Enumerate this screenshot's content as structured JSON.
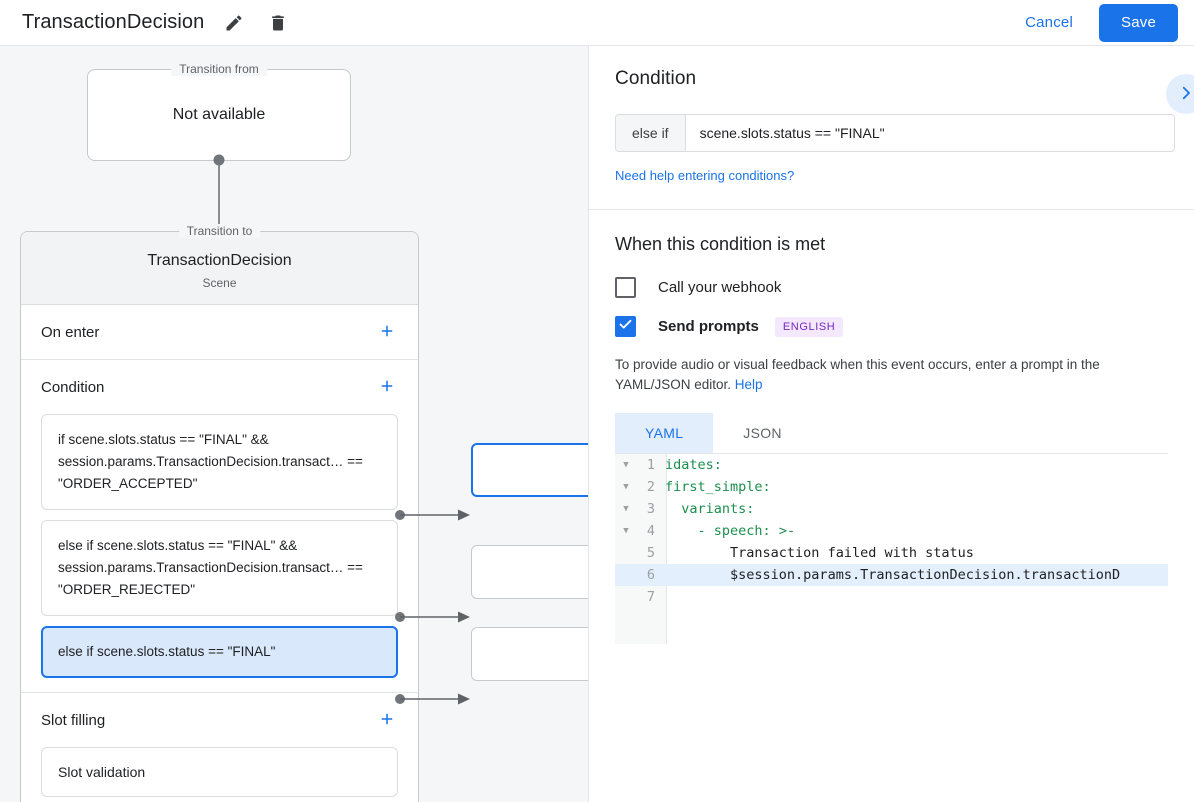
{
  "topbar": {
    "title": "TransactionDecision",
    "edit_icon": "pencil-icon",
    "delete_icon": "trash-icon",
    "cancel_label": "Cancel",
    "save_label": "Save",
    "accent_color": "#1a73e8"
  },
  "canvas": {
    "transition_from": {
      "legend": "Transition from",
      "value": "Not available"
    },
    "transition_to": {
      "legend": "Transition to",
      "name": "TransactionDecision",
      "subtitle": "Scene"
    },
    "sections": [
      {
        "title": "On enter",
        "add_icon": "plus-icon"
      },
      {
        "title": "Condition",
        "add_icon": "plus-icon"
      },
      {
        "title": "Slot filling",
        "add_icon": "plus-icon"
      }
    ],
    "conditions": [
      {
        "text": "if scene.slots.status == \"FINAL\" && session.params.TransactionDecision.transact… == \"ORDER_ACCEPTED\"",
        "selected": false
      },
      {
        "text": "else if scene.slots.status == \"FINAL\" && session.params.TransactionDecision.transact… == \"ORDER_REJECTED\"",
        "selected": false
      },
      {
        "text": "else if scene.slots.status == \"FINAL\"",
        "selected": true
      }
    ],
    "slot_filling": {
      "item": "Slot validation"
    }
  },
  "panel": {
    "heading": "Condition",
    "expand_icon": "chevron-right-icon",
    "condition": {
      "prefix": "else if",
      "value": "scene.slots.status == \"FINAL\"",
      "placeholder": ""
    },
    "help_conditions_link": "Need help entering conditions?",
    "when_met_heading": "When this condition is met",
    "webhook": {
      "label": "Call your webhook",
      "checked": false
    },
    "prompts": {
      "label": "Send prompts",
      "checked": true,
      "badge": "ENGLISH",
      "badge_color": "#7627bb"
    },
    "helper_text": "To provide audio or visual feedback when this event occurs, enter a prompt in the YAML/JSON editor. ",
    "helper_link": "Help",
    "tabs": [
      {
        "label": "YAML",
        "active": true
      },
      {
        "label": "JSON",
        "active": false
      }
    ],
    "editor": {
      "lines": [
        {
          "num": "1",
          "fold": true,
          "indent": "",
          "key": "idates:",
          "rest": "",
          "active": false
        },
        {
          "num": "2",
          "fold": true,
          "indent": "",
          "key": "first_simple:",
          "rest": "",
          "active": false
        },
        {
          "num": "3",
          "fold": true,
          "indent": "  ",
          "key": "variants:",
          "rest": "",
          "active": false
        },
        {
          "num": "4",
          "fold": true,
          "indent": "    - ",
          "key": "speech:",
          "rest": " >-",
          "active": false
        },
        {
          "num": "5",
          "fold": false,
          "indent": "        ",
          "key": "",
          "rest": "Transaction failed with status",
          "active": false
        },
        {
          "num": "6",
          "fold": false,
          "indent": "        ",
          "key": "",
          "rest": "$session.params.TransactionDecision.transactionD",
          "active": true
        },
        {
          "num": "7",
          "fold": false,
          "indent": "",
          "key": "",
          "rest": "",
          "active": false
        }
      ]
    }
  }
}
